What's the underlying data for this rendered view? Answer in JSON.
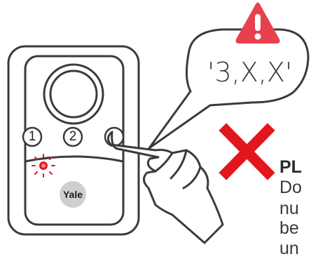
{
  "scene": {
    "bubble_text": "'3,X,X'",
    "buttons": [
      "1",
      "2"
    ],
    "brand": "Yale",
    "note_title": "PL",
    "note_lines": [
      "Do",
      "nu",
      "be",
      "un"
    ],
    "colors": {
      "alert_red": "#e8404d",
      "cross_red": "#e2161d",
      "led_red": "#e2161d",
      "outline": "#3b3b3b",
      "text": "#3a3a3a"
    },
    "icons": [
      "warning-icon",
      "cross-icon",
      "led-icon",
      "pointing-hand-icon"
    ]
  }
}
